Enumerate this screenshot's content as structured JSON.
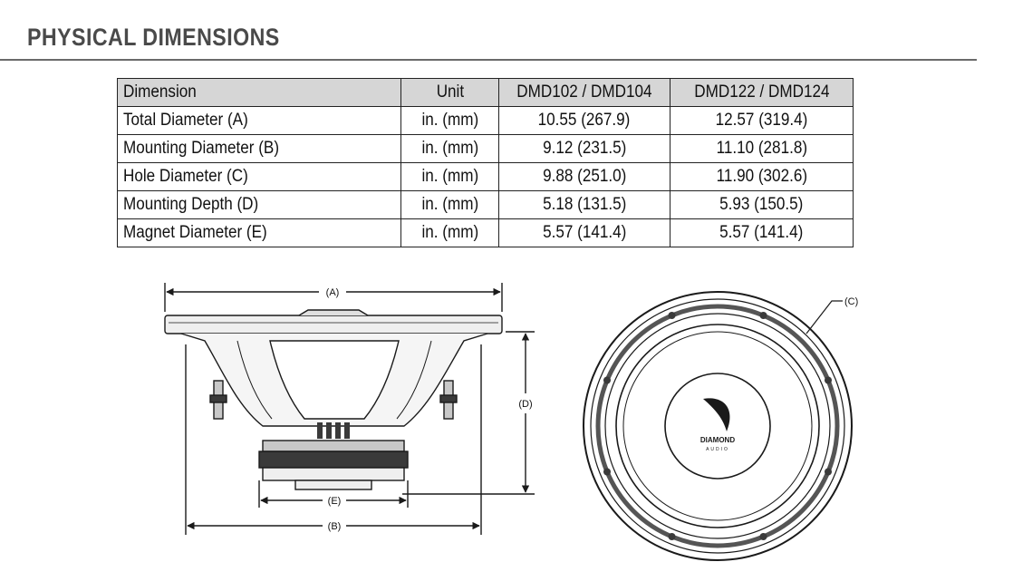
{
  "heading": "PHYSICAL DIMENSIONS",
  "table": {
    "headers": [
      "Dimension",
      "Unit",
      "DMD102 / DMD104",
      "DMD122 / DMD124"
    ],
    "rows": [
      {
        "dimension": "Total Diameter  (A)",
        "unit": "in. (mm)",
        "dmd102": "10.55 (267.9)",
        "dmd122": "12.57 (319.4)"
      },
      {
        "dimension": "Mounting Diameter  (B)",
        "unit": "in. (mm)",
        "dmd102": "9.12 (231.5)",
        "dmd122": "11.10 (281.8)"
      },
      {
        "dimension": "Hole Diameter  (C)",
        "unit": "in. (mm)",
        "dmd102": "9.88 (251.0)",
        "dmd122": "11.90 (302.6)"
      },
      {
        "dimension": "Mounting Depth  (D)",
        "unit": "in. (mm)",
        "dmd102": "5.18 (131.5)",
        "dmd122": "5.93 (150.5)"
      },
      {
        "dimension": "Magnet Diameter  (E)",
        "unit": "in. (mm)",
        "dmd102": "5.57 (141.4)",
        "dmd122": "5.57 (141.4)"
      }
    ]
  },
  "diagram": {
    "label_a": "(A)",
    "label_b": "(B)",
    "label_c": "(C)",
    "label_d": "(D)",
    "label_e": "(E)",
    "logo_text": "DIAMOND",
    "logo_subtext": "AUDIO",
    "line_color": "#1a1a1a",
    "fill_light": "#efefef",
    "fill_mid": "#c8c8c8",
    "fill_dark": "#3a3a3a"
  }
}
